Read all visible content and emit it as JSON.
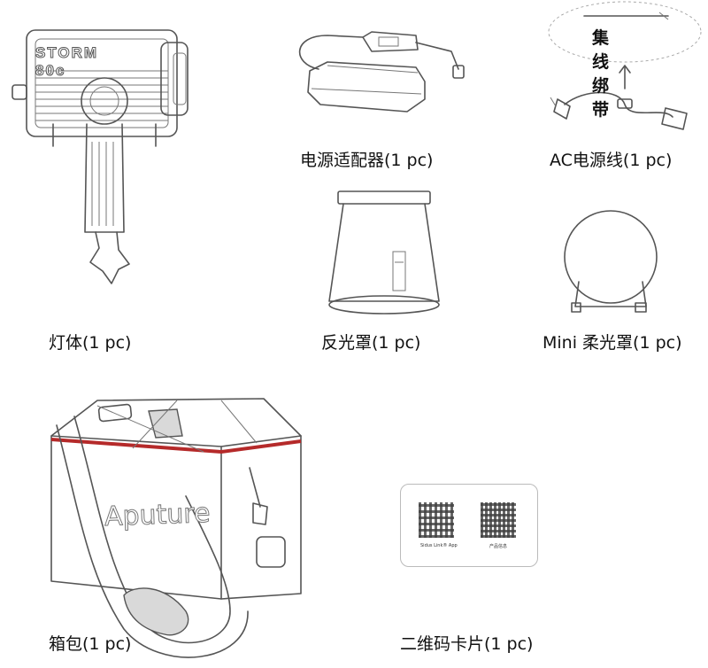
{
  "items": {
    "light": {
      "label": "灯体(1 pc)",
      "product_text": "STORM 80c"
    },
    "adapter": {
      "label": "电源适配器(1 pc)"
    },
    "ac_cable": {
      "label": "AC电源线(1 pc)",
      "tie_label": "集线绑带"
    },
    "reflector": {
      "label": "反光罩(1 pc)"
    },
    "softbox": {
      "label": "Mini 柔光罩(1 pc)"
    },
    "bag": {
      "label": "箱包(1 pc)",
      "brand_text": "Aputure"
    },
    "qr_card": {
      "label": "二维码卡片(1 pc)",
      "left_caption": "Sidus Link® App",
      "right_caption": "产品信息"
    }
  },
  "colors": {
    "line": "#555555",
    "bag_stripe": "#b52a2a",
    "strap": "#d9d9d9"
  }
}
